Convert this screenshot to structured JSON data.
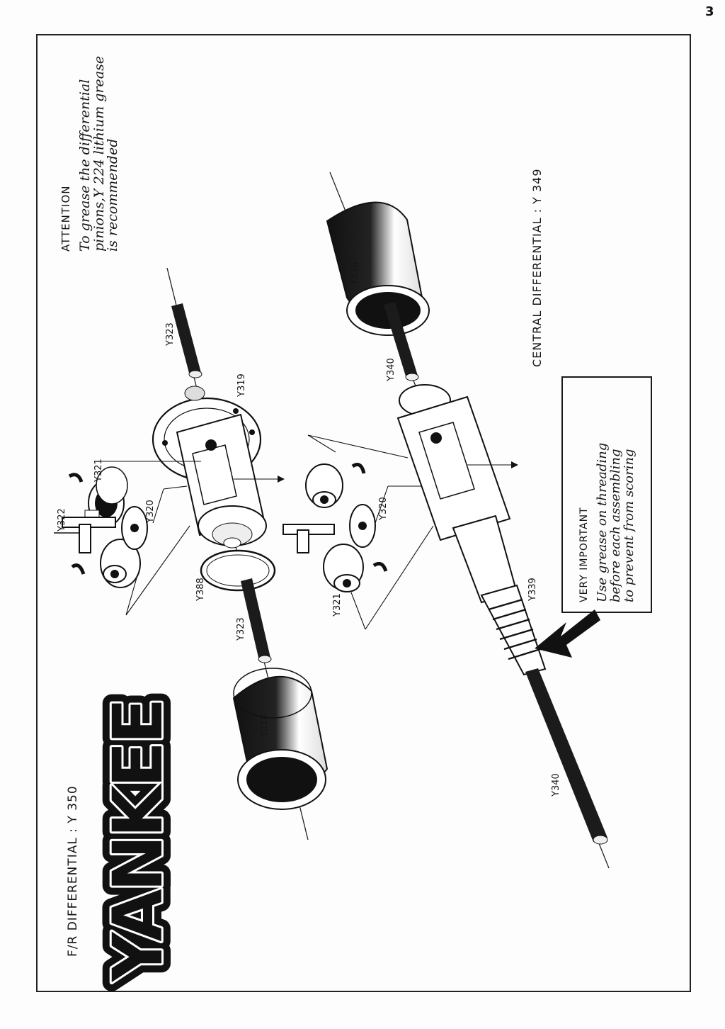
{
  "page_number": "3",
  "brand": {
    "logo_text": "YANKEE"
  },
  "fr_differential": {
    "title": "F/R DIFFERENTIAL : Y 350"
  },
  "central_differential": {
    "title": "CENTRAL DIFFERENTIAL : Y 349"
  },
  "attention": {
    "heading": "ATTENTION",
    "lines": [
      "To grease the differential",
      "pinions,Y 224 lithium grease",
      "is recommended"
    ]
  },
  "very_important": {
    "heading": "VERY IMPORTANT",
    "lines": [
      "Use grease on threading",
      "before each assembling",
      "to prevent from scoring"
    ]
  },
  "part_labels": {
    "y323_top": "Y323",
    "y319": "Y319",
    "y321_top": "Y321",
    "y322": "Y322",
    "y320_top": "Y320",
    "y388": "Y388",
    "y323_bottom": "Y323",
    "y318": "Y318",
    "y338": "Y338",
    "y340_top": "Y340",
    "y320_bottom": "Y320",
    "y321_bottom": "Y321",
    "y339": "Y339",
    "y340_bottom": "Y340"
  },
  "colors": {
    "ink": "#151515",
    "paper": "#fdfdfd",
    "frame": "#222222"
  }
}
